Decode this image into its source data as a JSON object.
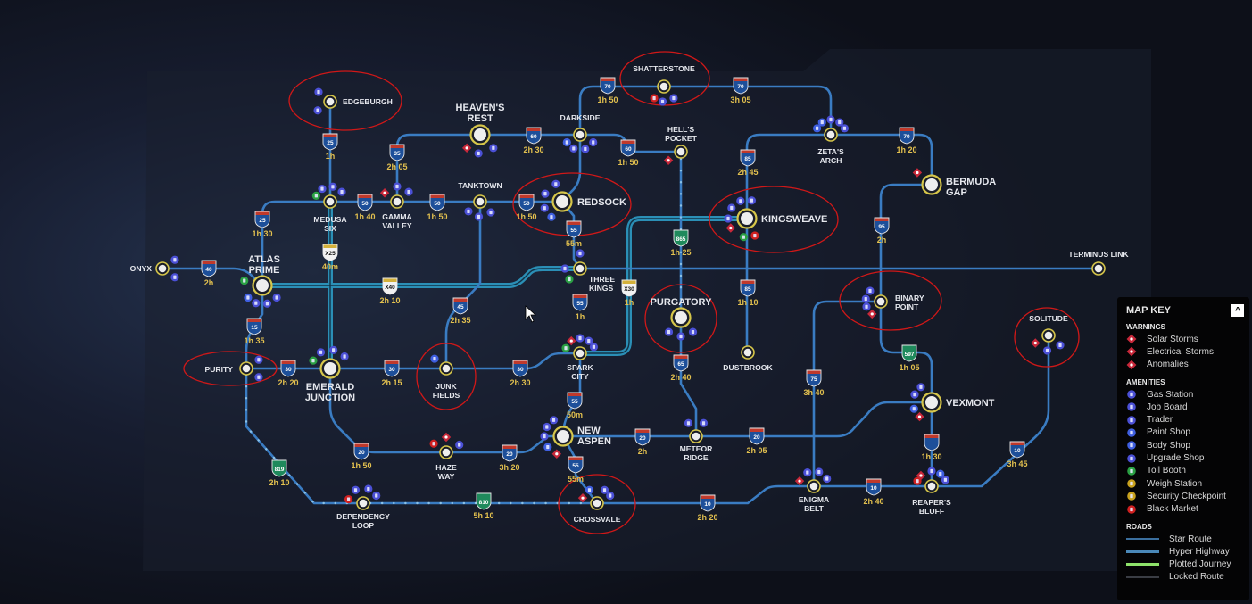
{
  "map": {
    "nodes": [
      {
        "id": "onyx",
        "label": [
          "ONYX"
        ],
        "size": "small",
        "amenities": [
          "trader",
          "gas-station"
        ]
      },
      {
        "id": "atlas_prime",
        "label": [
          "ATLAS",
          "PRIME"
        ],
        "size": "large",
        "amenities": [
          "toll-booth",
          "paint-shop",
          "upgrade-shop",
          "gas-station",
          "trader"
        ]
      },
      {
        "id": "edgeburgh",
        "label": [
          "EDGEBURGH"
        ],
        "size": "small",
        "amenities": [
          "trader",
          "job-board"
        ],
        "circled": true
      },
      {
        "id": "medusa_six",
        "label": [
          "MEDUSA",
          "SIX"
        ],
        "size": "small",
        "amenities": [
          "toll-booth",
          "job-board",
          "gas-station",
          "trader"
        ]
      },
      {
        "id": "gamma_valley",
        "label": [
          "GAMMA",
          "VALLEY"
        ],
        "size": "small",
        "amenities": [
          "solar-storm",
          "job-board",
          "trader"
        ]
      },
      {
        "id": "heavens_rest",
        "label": [
          "HEAVEN'S",
          "REST"
        ],
        "size": "large",
        "amenities": [
          "solar-storm",
          "job-board",
          "trader"
        ]
      },
      {
        "id": "tanktown",
        "label": [
          "TANKTOWN"
        ],
        "size": "small",
        "amenities": [
          "job-board",
          "gas-station",
          "trader"
        ]
      },
      {
        "id": "darkside",
        "label": [
          "DARKSIDE"
        ],
        "size": "small",
        "amenities": [
          "paint-shop",
          "job-board",
          "upgrade-shop",
          "trader"
        ]
      },
      {
        "id": "redsock",
        "label": [
          "REDSOCK"
        ],
        "size": "large",
        "amenities": [
          "trader",
          "gas-station",
          "job-board",
          "body-shop"
        ],
        "circled": true
      },
      {
        "id": "shatterstone",
        "label": [
          "SHATTERSTONE"
        ],
        "size": "small",
        "amenities": [
          "black-market",
          "job-board",
          "trader"
        ],
        "circled": true
      },
      {
        "id": "hells_pocket",
        "label": [
          "HELL'S",
          "POCKET"
        ],
        "size": "small",
        "amenities": [
          "solar-storm"
        ]
      },
      {
        "id": "zetas_arch",
        "label": [
          "ZETA'S",
          "ARCH"
        ],
        "size": "small",
        "amenities": [
          "paint-shop",
          "body-shop",
          "job-board",
          "gas-station",
          "trader"
        ]
      },
      {
        "id": "bermuda_gap",
        "label": [
          "BERMUDA",
          "GAP"
        ],
        "size": "large",
        "amenities": [
          "electrical-storm"
        ]
      },
      {
        "id": "kingsweave",
        "label": [
          "KINGSWEAVE"
        ],
        "size": "large",
        "amenities": [
          "job-board",
          "electrical-storm",
          "toll-booth",
          "black-market",
          "upgrade-shop",
          "gas-station",
          "trader"
        ],
        "circled": true
      },
      {
        "id": "three_kings",
        "label": [
          "THREE",
          "KINGS"
        ],
        "size": "small",
        "amenities": [
          "trader",
          "job-board",
          "toll-booth"
        ]
      },
      {
        "id": "terminus_link",
        "label": [
          "TERMINUS LINK"
        ],
        "size": "small",
        "amenities": []
      },
      {
        "id": "purgatory",
        "label": [
          "PURGATORY"
        ],
        "size": "large",
        "amenities": [
          "job-board",
          "gas-station",
          "trader"
        ],
        "circled": true
      },
      {
        "id": "binary_point",
        "label": [
          "BINARY",
          "POINT"
        ],
        "size": "small",
        "amenities": [
          "trader",
          "gas-station",
          "job-board",
          "anomaly"
        ],
        "circled": true
      },
      {
        "id": "solitude",
        "label": [
          "SOLITUDE"
        ],
        "size": "small",
        "amenities": [
          "electrical-storm",
          "job-board",
          "trader"
        ],
        "circled": true
      },
      {
        "id": "dustbrook",
        "label": [
          "DUSTBROOK"
        ],
        "size": "small",
        "amenities": []
      },
      {
        "id": "vexmont",
        "label": [
          "VEXMONT"
        ],
        "size": "large",
        "amenities": [
          "trader",
          "job-board",
          "paint-shop",
          "solar-storm"
        ]
      },
      {
        "id": "purity",
        "label": [
          "PURITY"
        ],
        "size": "small",
        "amenities": [
          "trader",
          "job-board"
        ],
        "circled": true
      },
      {
        "id": "emerald_junction",
        "label": [
          "EMERALD",
          "JUNCTION"
        ],
        "size": "large",
        "amenities": [
          "toll-booth",
          "job-board",
          "gas-station",
          "trader"
        ]
      },
      {
        "id": "junk_fields",
        "label": [
          "JUNK",
          "FIELDS"
        ],
        "size": "small",
        "amenities": [
          "body-shop"
        ],
        "circled": true
      },
      {
        "id": "spark_city",
        "label": [
          "SPARK",
          "CITY"
        ],
        "size": "small",
        "amenities": [
          "toll-booth",
          "solar-storm",
          "job-board",
          "gas-station",
          "trader"
        ]
      },
      {
        "id": "new_aspen",
        "label": [
          "NEW",
          "ASPEN"
        ],
        "size": "large",
        "amenities": [
          "trader",
          "gas-station",
          "job-board",
          "body-shop",
          "solar-storm"
        ]
      },
      {
        "id": "meteor_ridge",
        "label": [
          "METEOR",
          "RIDGE"
        ],
        "size": "small",
        "amenities": [
          "job-board",
          "trader"
        ]
      },
      {
        "id": "haze_way",
        "label": [
          "HAZE",
          "WAY"
        ],
        "size": "small",
        "amenities": [
          "black-market",
          "solar-storm",
          "trader"
        ]
      },
      {
        "id": "enigma_belt",
        "label": [
          "ENIGMA",
          "BELT"
        ],
        "size": "small",
        "amenities": [
          "electrical-storm",
          "job-board",
          "gas-station",
          "trader"
        ]
      },
      {
        "id": "reapers_bluff",
        "label": [
          "REAPER'S",
          "BLUFF"
        ],
        "size": "small",
        "amenities": [
          "black-market",
          "solar-storm",
          "job-board",
          "body-shop",
          "trader"
        ]
      },
      {
        "id": "dependency_loop",
        "label": [
          "DEPENDENCY",
          "LOOP"
        ],
        "size": "small",
        "amenities": [
          "black-market",
          "job-board",
          "gas-station",
          "trader"
        ]
      },
      {
        "id": "crossvale",
        "label": [
          "CROSSVALE"
        ],
        "size": "small",
        "amenities": [
          "electrical-storm",
          "paint-shop",
          "upgrade-shop",
          "trader"
        ],
        "circled": true
      }
    ],
    "road_markers": [
      {
        "shield": "40",
        "time": "2h",
        "type": "interstate"
      },
      {
        "shield": "25",
        "time": "1h 30",
        "type": "interstate"
      },
      {
        "shield": "25",
        "time": "1h",
        "type": "interstate"
      },
      {
        "shield": "50",
        "time": "1h 40",
        "type": "interstate"
      },
      {
        "shield": "35",
        "time": "2h 05",
        "type": "interstate"
      },
      {
        "shield": "50",
        "time": "1h 50",
        "type": "interstate"
      },
      {
        "shield": "50",
        "time": "1h 50",
        "type": "interstate"
      },
      {
        "shield": "60",
        "time": "2h 30",
        "type": "interstate"
      },
      {
        "shield": "70",
        "time": "1h 50",
        "type": "interstate"
      },
      {
        "shield": "60",
        "time": "1h 50",
        "type": "interstate"
      },
      {
        "shield": "70",
        "time": "3h 05",
        "type": "interstate"
      },
      {
        "shield": "85",
        "time": "2h 45",
        "type": "interstate"
      },
      {
        "shield": "70",
        "time": "1h 20",
        "type": "interstate"
      },
      {
        "shield": "95",
        "time": "2h",
        "type": "interstate"
      },
      {
        "shield": "55",
        "time": "55m",
        "type": "interstate"
      },
      {
        "shield": "865",
        "time": "1h 25",
        "type": "green"
      },
      {
        "shield": "X25",
        "time": "40m",
        "type": "hyper"
      },
      {
        "shield": "X40",
        "time": "2h 10",
        "type": "hyper"
      },
      {
        "shield": "X30",
        "time": "1h",
        "type": "hyper"
      },
      {
        "shield": "45",
        "time": "2h 35",
        "type": "interstate"
      },
      {
        "shield": "55",
        "time": "1h",
        "type": "interstate"
      },
      {
        "shield": "85",
        "time": "1h 10",
        "type": "interstate"
      },
      {
        "shield": "15",
        "time": "1h 35",
        "type": "interstate"
      },
      {
        "shield": "30",
        "time": "2h 20",
        "type": "interstate"
      },
      {
        "shield": "30",
        "time": "2h 15",
        "type": "interstate"
      },
      {
        "shield": "30",
        "time": "2h 30",
        "type": "interstate"
      },
      {
        "shield": "65",
        "time": "2h 40",
        "type": "interstate"
      },
      {
        "shield": "597",
        "time": "1h 05",
        "type": "green"
      },
      {
        "shield": "75",
        "time": "3h 40",
        "type": "interstate"
      },
      {
        "shield": "55",
        "time": "50m",
        "type": "interstate"
      },
      {
        "shield": "20",
        "time": "1h 50",
        "type": "interstate"
      },
      {
        "shield": "20",
        "time": "3h 20",
        "type": "interstate"
      },
      {
        "shield": "20",
        "time": "2h",
        "type": "interstate"
      },
      {
        "shield": "20",
        "time": "2h 05",
        "type": "interstate"
      },
      {
        "shield": "55",
        "time": "55m",
        "type": "interstate"
      },
      {
        "shield": "",
        "time": "1h 30",
        "type": "interstate"
      },
      {
        "shield": "10",
        "time": "3h 45",
        "type": "interstate"
      },
      {
        "shield": "10",
        "time": "2h 40",
        "type": "interstate"
      },
      {
        "shield": "10",
        "time": "2h 20",
        "type": "interstate"
      },
      {
        "shield": "819",
        "time": "2h 10",
        "type": "green"
      },
      {
        "shield": "810",
        "time": "5h 10",
        "type": "green"
      }
    ]
  },
  "map_key": {
    "title": "MAP KEY",
    "collapse_icon": "^",
    "warnings_heading": "WARNINGS",
    "warnings": [
      {
        "icon": "solar-storm",
        "label": "Solar Storms"
      },
      {
        "icon": "electrical-storm",
        "label": "Electrical Storms"
      },
      {
        "icon": "anomaly",
        "label": "Anomalies"
      }
    ],
    "amenities_heading": "AMENITIES",
    "amenities": [
      {
        "icon": "gas-station",
        "label": "Gas Station"
      },
      {
        "icon": "job-board",
        "label": "Job Board"
      },
      {
        "icon": "trader",
        "label": "Trader"
      },
      {
        "icon": "paint-shop",
        "label": "Paint Shop"
      },
      {
        "icon": "body-shop",
        "label": "Body Shop"
      },
      {
        "icon": "upgrade-shop",
        "label": "Upgrade Shop"
      },
      {
        "icon": "toll-booth",
        "label": "Toll Booth"
      },
      {
        "icon": "weigh-station",
        "label": "Weigh Station"
      },
      {
        "icon": "security-checkpoint",
        "label": "Security Checkpoint"
      },
      {
        "icon": "black-market",
        "label": "Black Market"
      }
    ],
    "roads_heading": "ROADS",
    "roads": [
      {
        "label": "Star Route",
        "color": "#3b6f9e"
      },
      {
        "label": "Hyper Highway",
        "color": "#4a88b8"
      },
      {
        "label": "Plotted Journey",
        "color": "#8ee26a"
      },
      {
        "label": "Locked Route",
        "color": "#3a3d44"
      }
    ]
  },
  "colors": {
    "star_route": "#3a7cc2",
    "hyper_highway": "#2b8fb6",
    "node_ring": "#d6c64a",
    "time_text": "#e3c14f",
    "annotation": "#d01818"
  }
}
